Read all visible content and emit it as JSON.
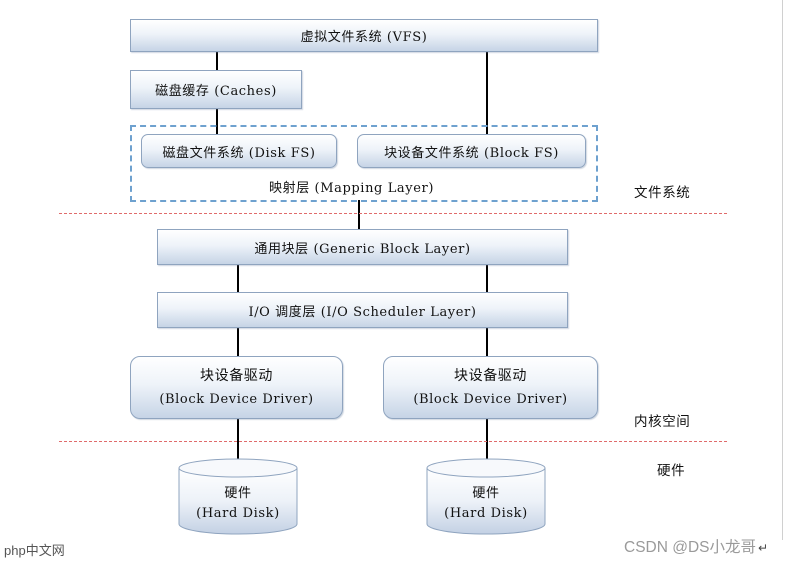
{
  "boxes": {
    "vfs": "虚拟文件系统 (VFS)",
    "caches": "磁盘缓存 (Caches)",
    "disk_fs": "磁盘文件系统 (Disk FS)",
    "block_fs": "块设备文件系统 (Block FS)",
    "mapping_layer": "映射层 (Mapping Layer)",
    "generic_block_layer": "通用块层 (Generic Block Layer)",
    "io_scheduler": "I/O 调度层 (I/O Scheduler Layer)",
    "driver_left": {
      "line1": "块设备驱动",
      "line2": "(Block Device Driver)"
    },
    "driver_right": {
      "line1": "块设备驱动",
      "line2": "(Block Device Driver)"
    },
    "disk_left": {
      "line1": "硬件",
      "line2": "(Hard Disk)"
    },
    "disk_right": {
      "line1": "硬件",
      "line2": "(Hard Disk)"
    }
  },
  "layer_labels": {
    "file_system": "文件系统",
    "kernel_space": "内核空间",
    "hardware": "硬件"
  },
  "watermark": {
    "left_logo": "php中文网",
    "right_text": "CSDN @DS小龙哥",
    "right_mark": "↵"
  },
  "colors": {
    "box_border": "#8fa4bf",
    "box_gradient_bottom": "#c6d4e6",
    "dashed_separator": "#e06b6b",
    "region_border": "#6ea1cf"
  }
}
